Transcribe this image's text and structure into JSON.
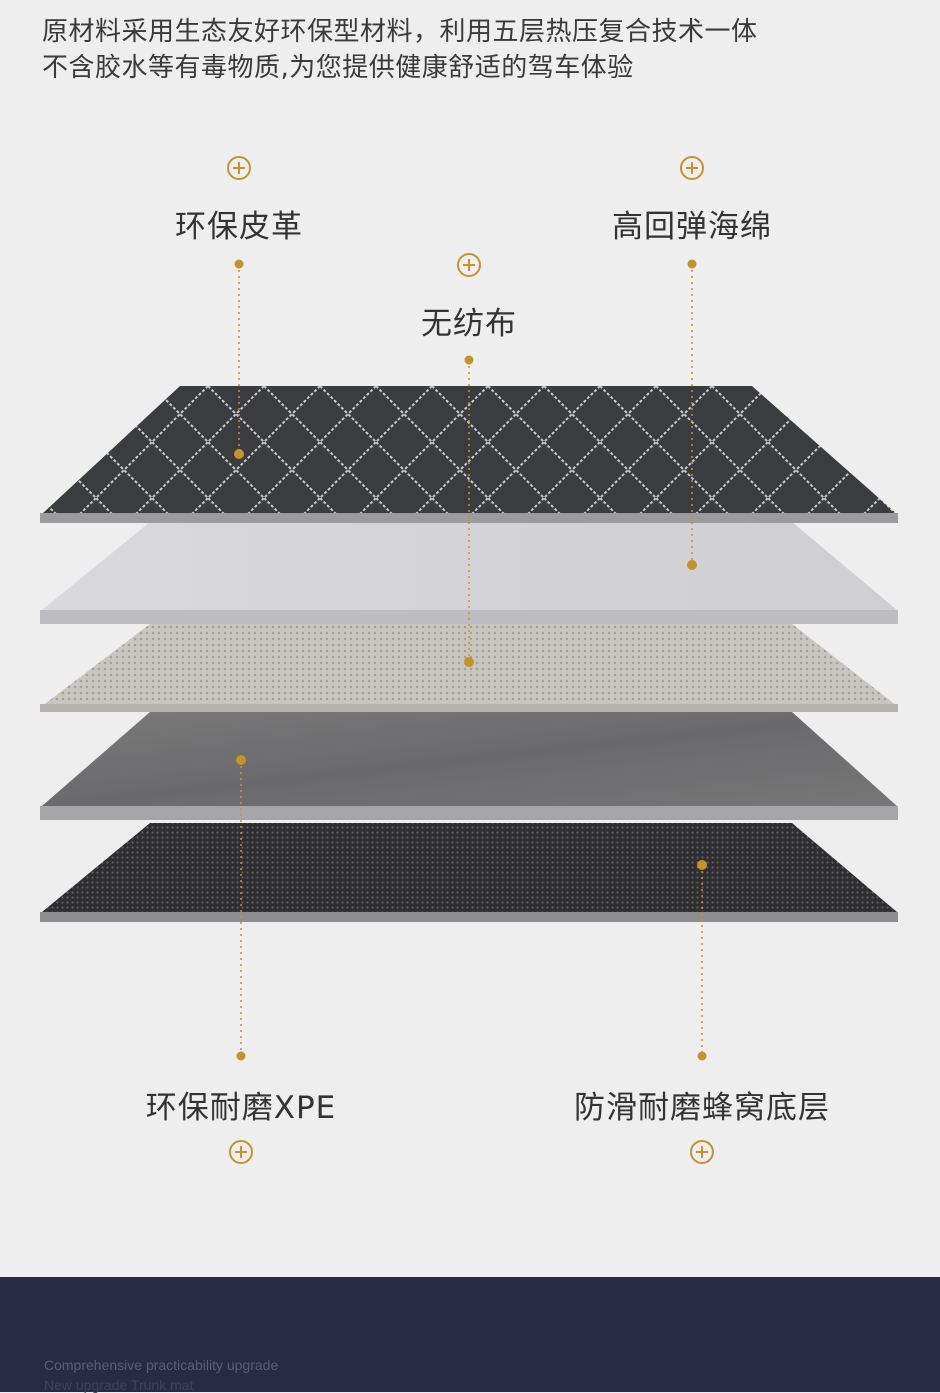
{
  "intro": {
    "line1": "原材料采用生态友好环保型材料，利用五层热压复合技术一体",
    "line2": "不含胶水等有毒物质,为您提供健康舒适的驾车体验"
  },
  "layers": {
    "leather": "环保皮革",
    "sponge": "高回弹海绵",
    "nonwoven": "无纺布",
    "xpe": "环保耐磨XPE",
    "honeycomb": "防滑耐磨蜂窝底层"
  },
  "icons": {
    "plus": "plus-circle-icon"
  },
  "colors": {
    "accent": "#c8912f",
    "background": "#eeeeee",
    "band": "#272b46"
  },
  "footer": {
    "line1": "Comprehensive practicability upgrade",
    "line2": "New upgrade Trunk mat"
  }
}
